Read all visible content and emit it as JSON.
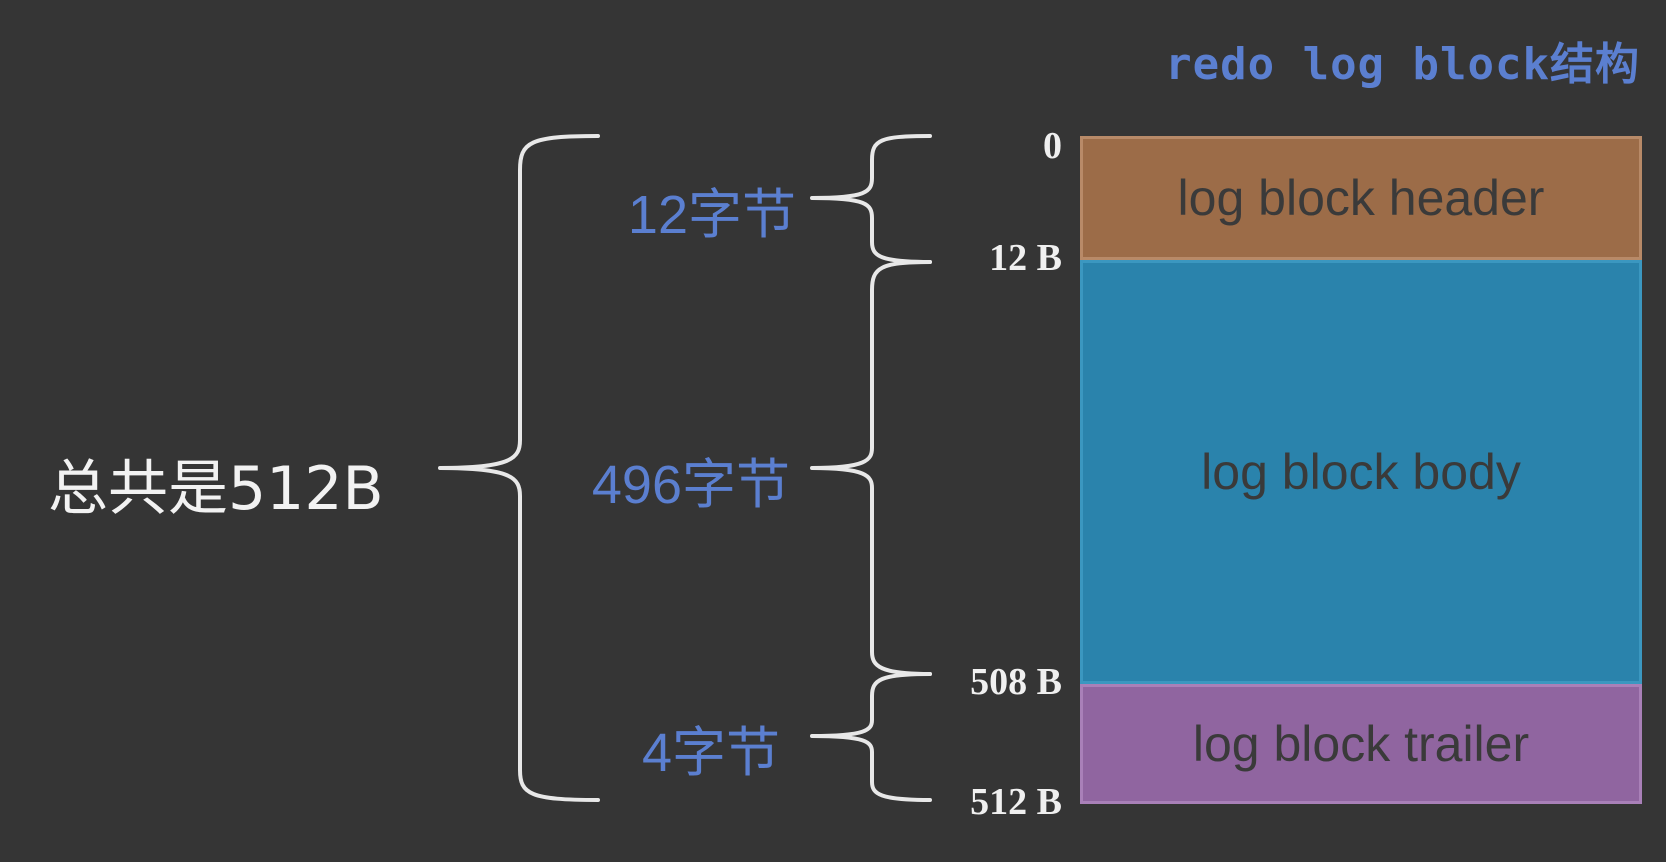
{
  "title": "redo log block结构",
  "blocks": {
    "header": "log block header",
    "body": "log block body",
    "trailer": "log block trailer"
  },
  "offsets": {
    "start": "0",
    "header_end": "12 B",
    "body_end": "508 B",
    "trailer_end": "512 B"
  },
  "sizes": {
    "header": "12字节",
    "body": "496字节",
    "trailer": "4字节"
  },
  "total": "总共是512B",
  "colors": {
    "background": "#353535",
    "header": "#9c6c48",
    "body": "#2a83ac",
    "trailer": "#9065a0",
    "label_blue": "#5b7fd0"
  }
}
